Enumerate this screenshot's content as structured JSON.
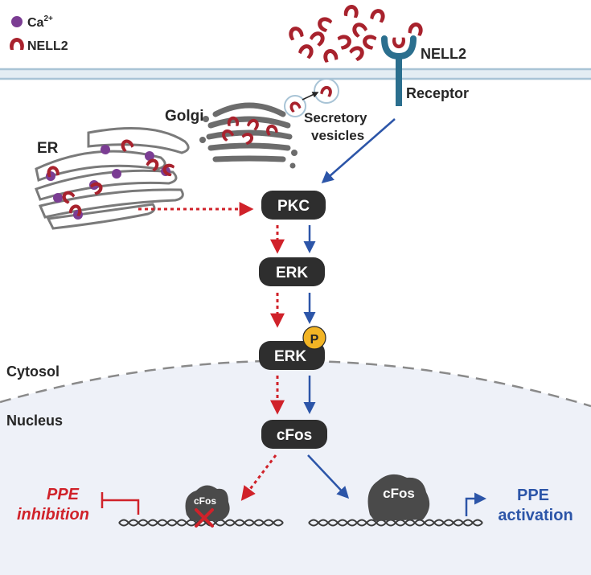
{
  "legend": {
    "calcium_label": "Ca",
    "calcium_superscript": "2+",
    "nell2_label": "NELL2"
  },
  "membrane": {
    "nell2_label": "NELL2",
    "receptor_label": "Receptor",
    "golgi_label": "Golgi",
    "secretory_label_line1": "Secretory",
    "secretory_label_line2": "vesicles",
    "er_label": "ER"
  },
  "pathway": {
    "pkc": "PKC",
    "erk": "ERK",
    "erk_p": "ERK",
    "phospho": "P",
    "cfos": "cFos"
  },
  "compartments": {
    "cytosol": "Cytosol",
    "nucleus": "Nucleus"
  },
  "outcomes": {
    "inhibition_line1": "PPE",
    "inhibition_line2": "inhibition",
    "activation_line1": "PPE",
    "activation_line2": "activation",
    "dna_cfos_blocked": "cFos",
    "dna_cfos_bound": "cFos"
  },
  "colors": {
    "red": "#d0222a",
    "blue": "#2c55a8",
    "node": "#2e2e2e",
    "nucleus_bg": "#eef1f8",
    "membrane": "#a9c4d6",
    "receptor": "#2b6f8e",
    "calcium": "#7b3d93",
    "nell2": "#a8222d",
    "phospho": "#f2b424"
  }
}
